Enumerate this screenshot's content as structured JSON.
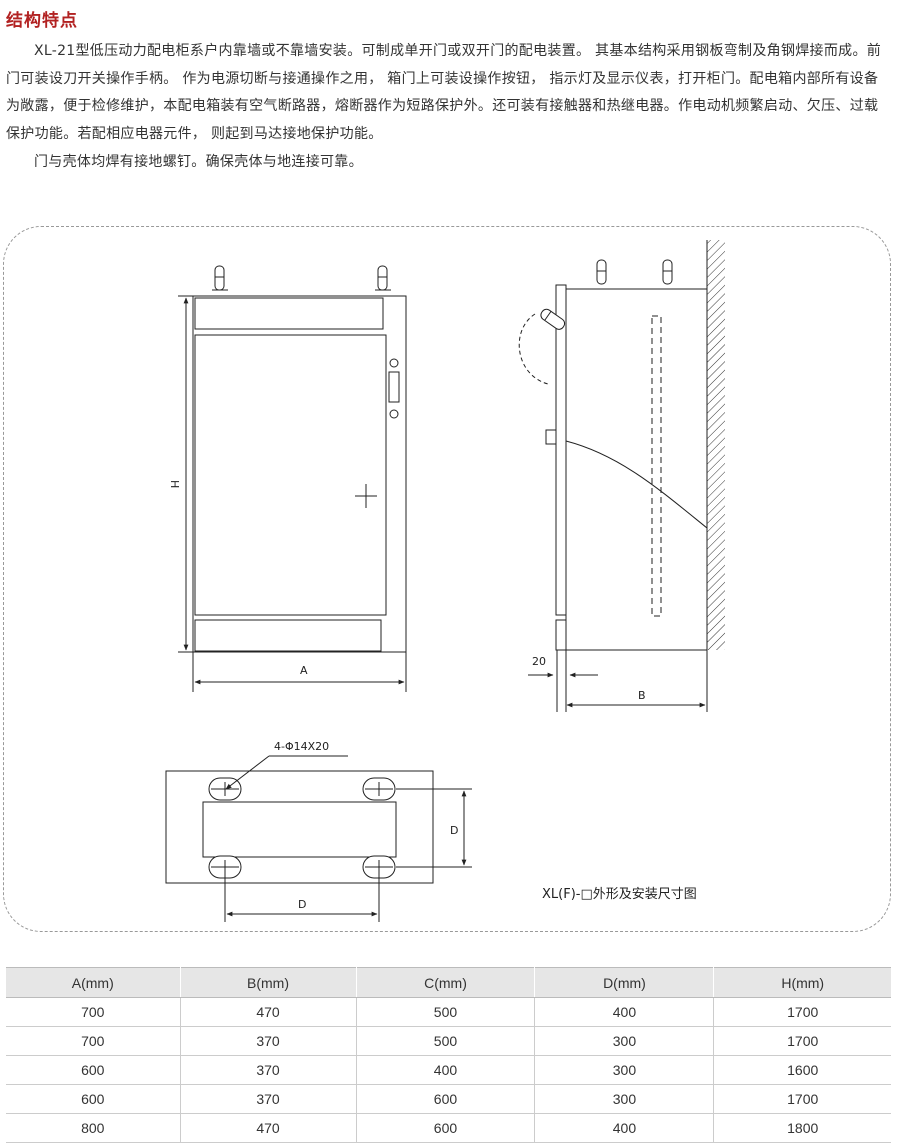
{
  "section": {
    "title": "结构特点",
    "paragraph1": "XL-21型低压动力配电柜系户内靠墙或不靠墙安装。可制成单开门或双开门的配电装置。 其基本结构采用钢板弯制及角钢焊接而成。前门可装设刀开关操作手柄。 作为电源切断与接通操作之用， 箱门上可装设操作按钮， 指示灯及显示仪表，打开柜门。配电箱内部所有设备为敞露，便于检修维护，本配电箱装有空气断路器，熔断器作为短路保护外。还可装有接触器和热继电器。作电动机频繁启动、欠压、过载保护功能。若配相应电器元件， 则起到马达接地保护功能。",
    "paragraph2": "门与壳体均焊有接地螺钉。确保壳体与地连接可靠。"
  },
  "diagram": {
    "label_H": "H",
    "label_A": "A",
    "label_B": "B",
    "label_20": "20",
    "label_D_vertical": "D",
    "label_D_horizontal": "D",
    "hole_spec": "4-Φ14X20",
    "caption": "XL(F)-□外形及安装尺寸图"
  },
  "table": {
    "headers": [
      "A(mm)",
      "B(mm)",
      "C(mm)",
      "D(mm)",
      "H(mm)"
    ],
    "rows": [
      [
        "700",
        "470",
        "500",
        "400",
        "1700"
      ],
      [
        "700",
        "370",
        "500",
        "300",
        "1700"
      ],
      [
        "600",
        "370",
        "400",
        "300",
        "1600"
      ],
      [
        "600",
        "370",
        "600",
        "300",
        "1700"
      ],
      [
        "800",
        "470",
        "600",
        "400",
        "1800"
      ]
    ]
  }
}
